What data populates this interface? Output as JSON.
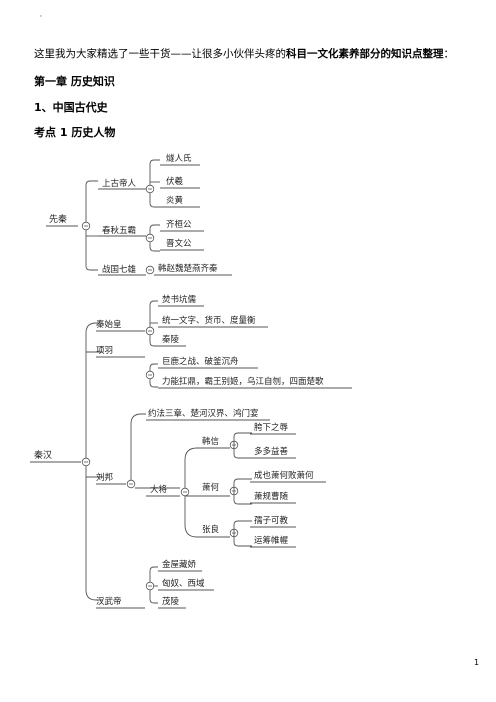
{
  "page": {
    "mark": "'",
    "intro_plain": "这里我为大家精选了一些干货——让很多小伙伴头疼的",
    "intro_bold": "科目一文化素养部分的知识点整理",
    "intro_end": "：",
    "chapter": "第一章  历史知识",
    "section": "1、中国古代史",
    "topic": "考点 1  历史人物",
    "page_number": "1"
  },
  "map1": {
    "root": "先秦",
    "branches": [
      {
        "label": "上古帝人",
        "children": [
          "燧人氏",
          "伏羲",
          "炎黄"
        ]
      },
      {
        "label": "春秋五霸",
        "children": [
          "齐桓公",
          "晋文公"
        ]
      },
      {
        "label": "战国七雄",
        "children": [
          "韩赵魏楚燕齐秦"
        ]
      }
    ]
  },
  "map2": {
    "root": "秦汉",
    "qin": {
      "label": "秦始皇",
      "children": [
        "焚书坑儒",
        "统一文字、货币、度量衡",
        "秦陵"
      ]
    },
    "xiang": {
      "label": "项羽",
      "children": [
        "巨鹿之战、破釜沉舟",
        "力能扛鼎，霸王别姬，乌江自刎，四面楚歌"
      ]
    },
    "liu": {
      "label": "刘邦",
      "top_child": "约法三章、楚河汉界、鸿门宴",
      "general": "大将",
      "people": [
        {
          "label": "韩信",
          "children": [
            "胯下之辱",
            "多多益善"
          ]
        },
        {
          "label": "萧何",
          "children": [
            "成也萧何败萧何",
            "萧规曹随"
          ]
        },
        {
          "label": "张良",
          "children": [
            "孺子可教",
            "运筹帷幄"
          ]
        }
      ]
    },
    "wu": {
      "label": "汉武帝",
      "children": [
        "金屋藏娇",
        "匈奴、西域",
        "茂陵"
      ]
    }
  }
}
